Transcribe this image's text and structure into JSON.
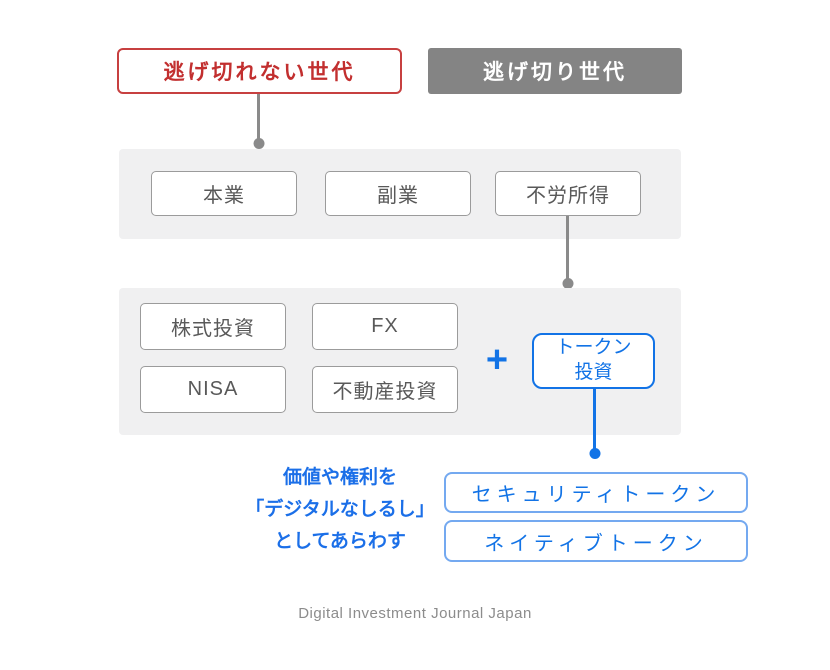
{
  "header": {
    "cannot_escape_label": "逃げ切れない世代",
    "escaped_label": "逃げ切り世代"
  },
  "income_panel": {
    "items": [
      "本業",
      "副業",
      "不労所得"
    ]
  },
  "investment_panel": {
    "items": [
      "株式投資",
      "FX",
      "NISA",
      "不動産投資"
    ],
    "plus_sign": "+",
    "token_box_lines": [
      "トークン",
      "投資"
    ]
  },
  "tokens": {
    "annotation_lines": [
      "価値や権利を",
      "「デジタルなしるし」",
      "としてあらわす"
    ],
    "items": [
      "セキュリティトークン",
      "ネイティブトークン"
    ]
  },
  "footer": {
    "credit": "Digital Investment Journal Japan"
  },
  "colors": {
    "red": "#c22f2f",
    "gray_box": "#848484",
    "panel_gray": "#f0f0f1",
    "blue": "#1273e6",
    "light_blue_border": "#74a9f0",
    "connector_gray": "#8a8a8a",
    "footer_gray": "#8c8c8c"
  }
}
